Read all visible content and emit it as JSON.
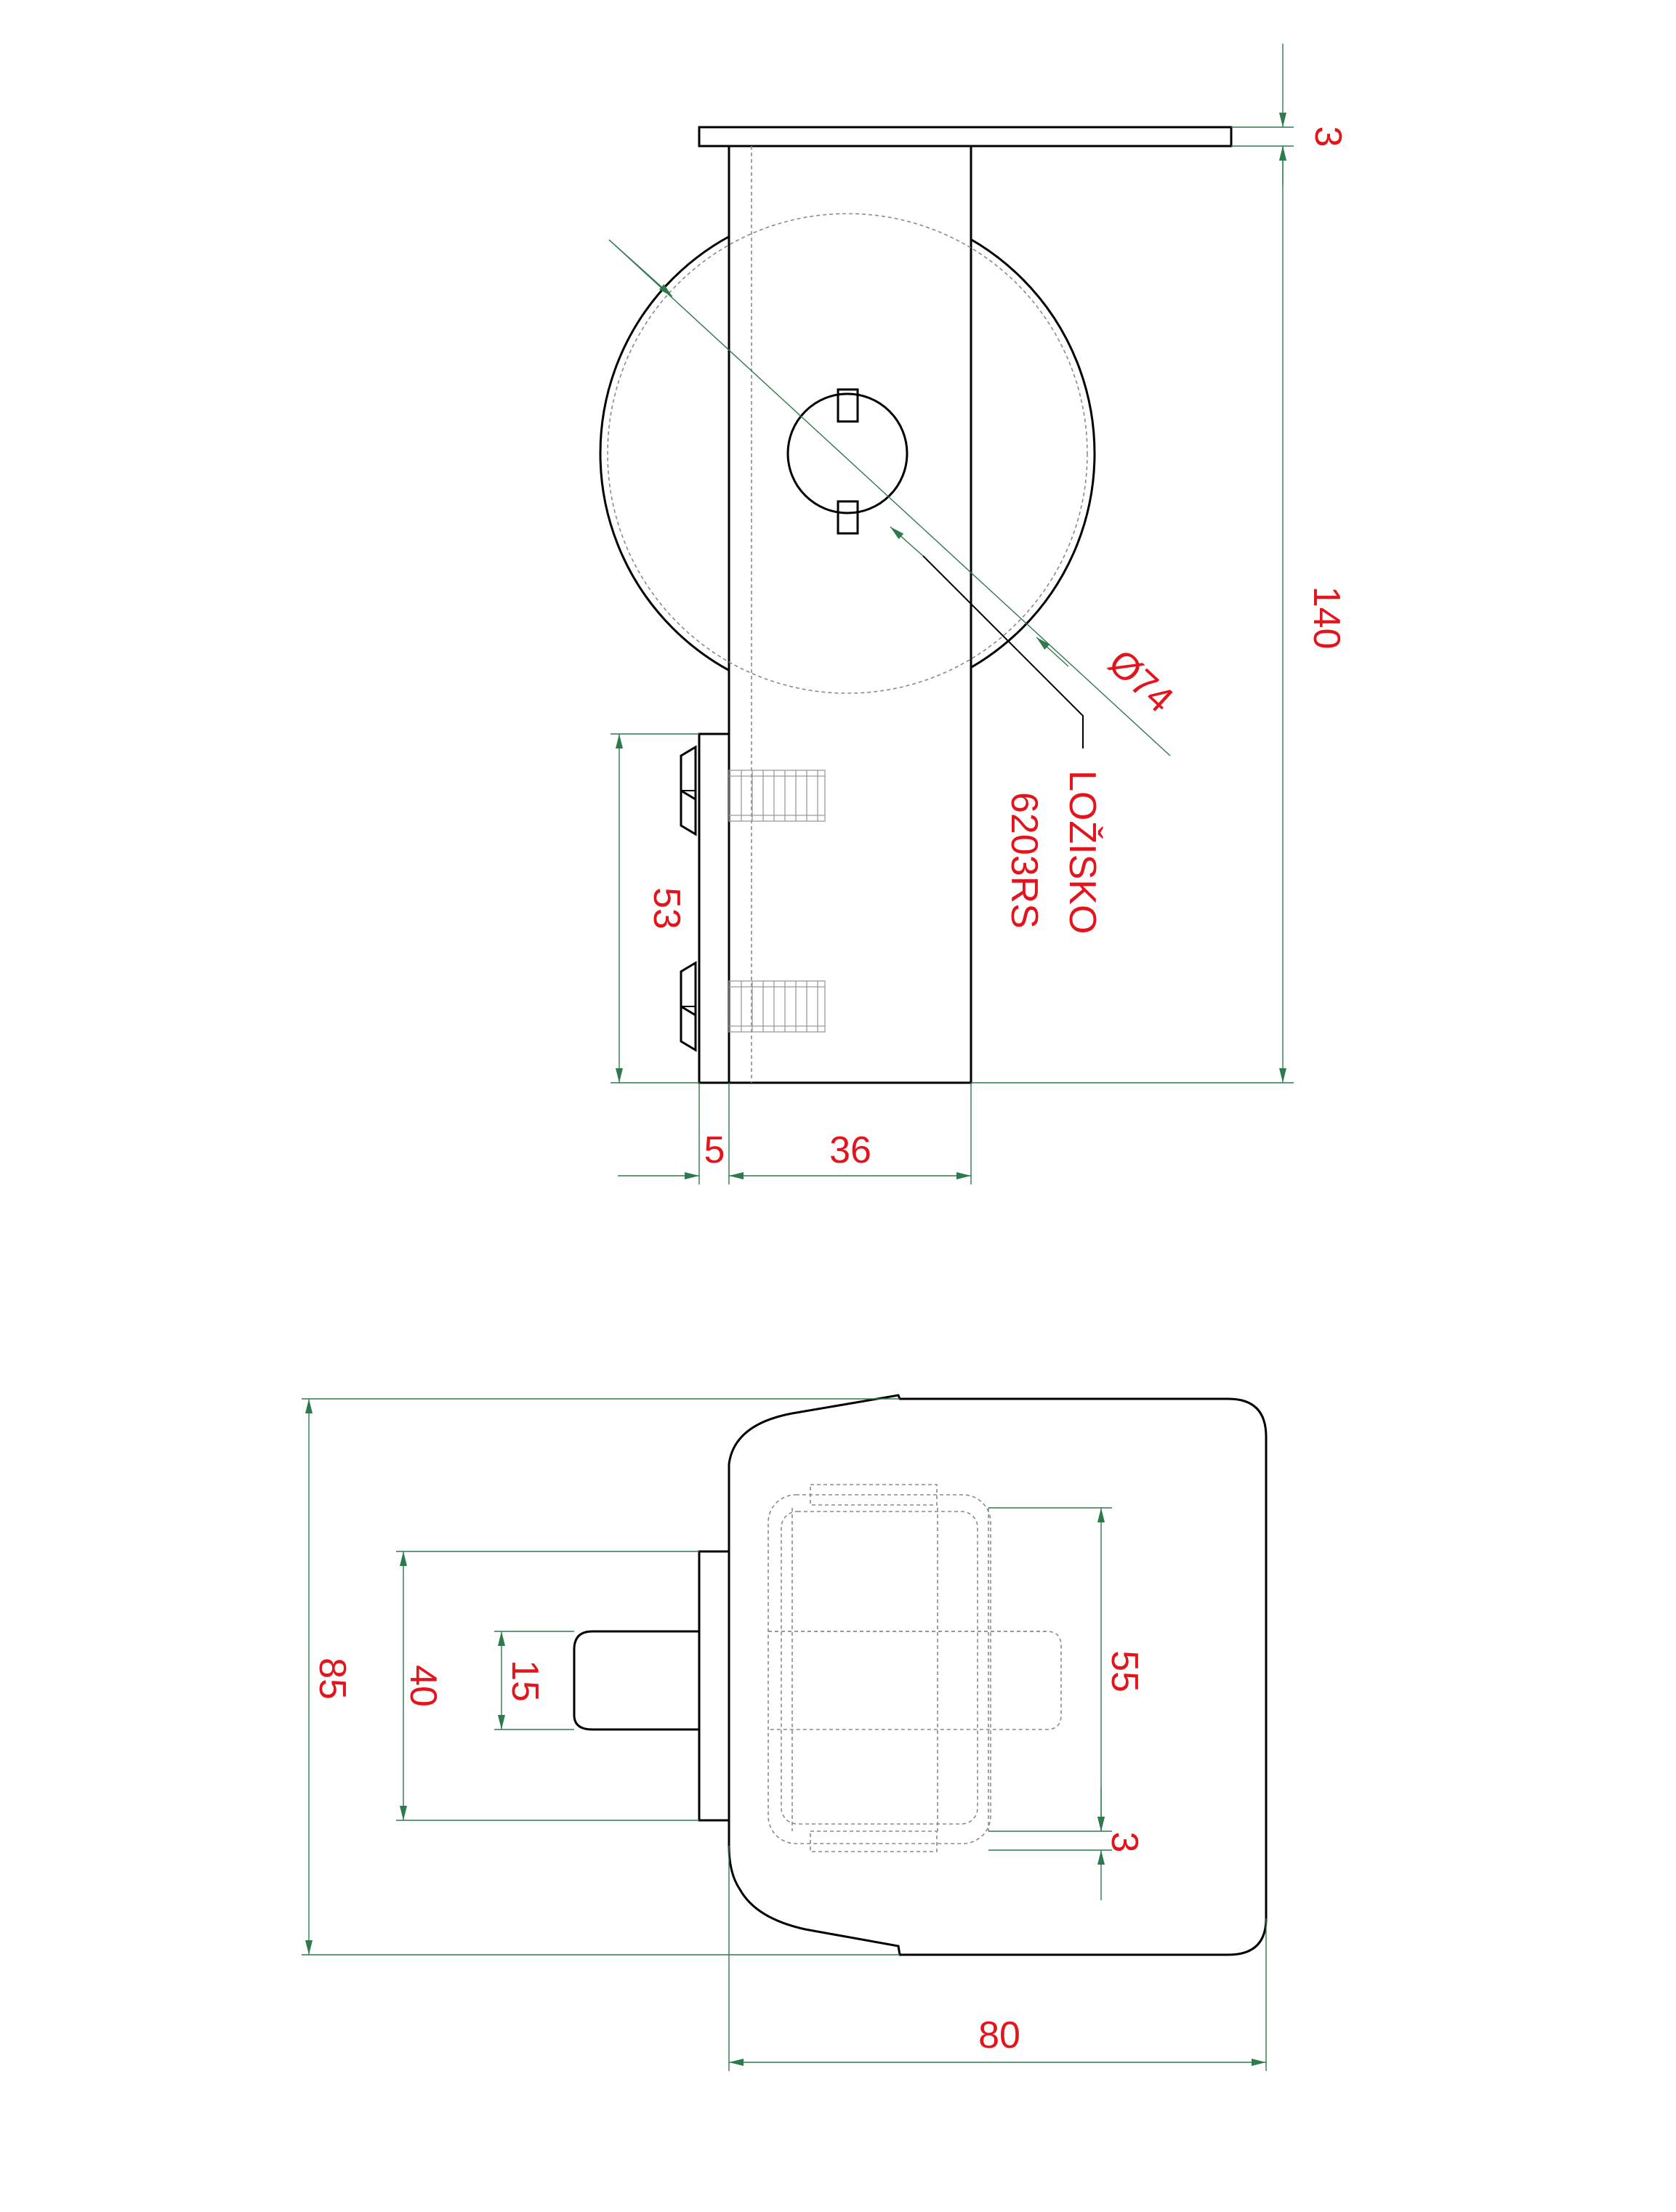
{
  "colors": {
    "outline": "#000000",
    "hidden_line": "#8a8a8a",
    "dimension_line": "#2e7a4c",
    "dimension_text": "#e3141b"
  },
  "top_view": {
    "dimensions": {
      "plate_thickness": "3",
      "overall_height": "140",
      "wheel_diameter": "Ø74",
      "bolt_spacing": "53",
      "backplate_thickness": "5",
      "bracket_width": "36"
    },
    "bearing_label": {
      "line1": "LOŽISKO",
      "line2": "6203RS"
    }
  },
  "bottom_view": {
    "dimensions": {
      "overall_height": "85",
      "plate_height": "40",
      "tab_height": "15",
      "inner_height": "55",
      "wall_thickness": "3",
      "overall_width": "80"
    }
  }
}
